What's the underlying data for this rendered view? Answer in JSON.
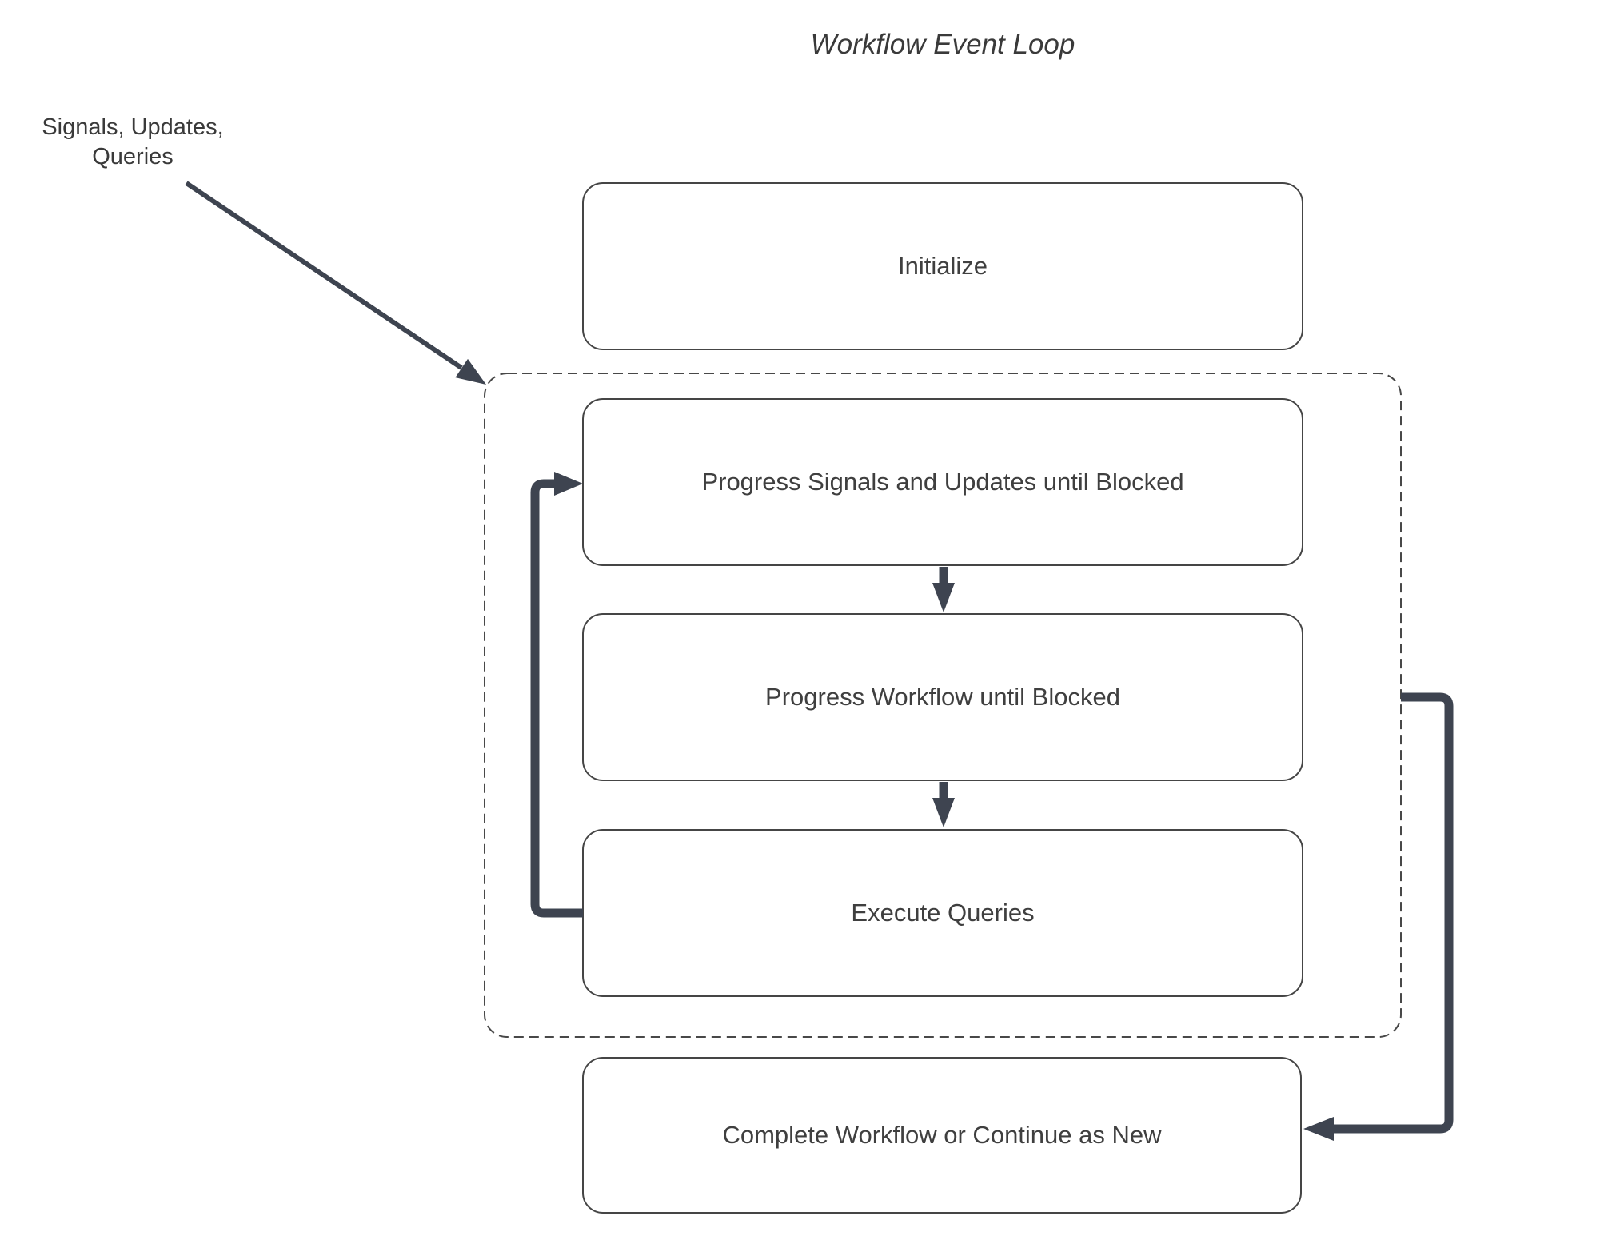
{
  "title": "Workflow Event Loop",
  "side_label": {
    "line1": "Signals, Updates,",
    "line2": "Queries"
  },
  "nodes": {
    "initialize": {
      "label": "Initialize"
    },
    "progress_signals": {
      "label": "Progress Signals and Updates until Blocked"
    },
    "progress_workflow": {
      "label": "Progress Workflow until Blocked"
    },
    "execute_queries": {
      "label": "Execute Queries"
    },
    "complete_workflow": {
      "label": "Complete Workflow or Continue as New"
    }
  },
  "connectors": {
    "signals_input": "arrow from Signals/Updates/Queries label into dashed event-loop container",
    "signals_to_workflow": "down arrow",
    "workflow_to_queries": "down arrow",
    "queries_loopback": "loop-back arrow from Execute Queries to Progress Signals and Updates until Blocked",
    "workflow_to_complete": "arrow from event loop to Complete Workflow or Continue as New"
  },
  "theme": {
    "accent_line": "#3e4450",
    "box_border": "#454545",
    "dash_border": "#484848",
    "text_color": "#3f3f3f",
    "background": "#ffffff"
  }
}
